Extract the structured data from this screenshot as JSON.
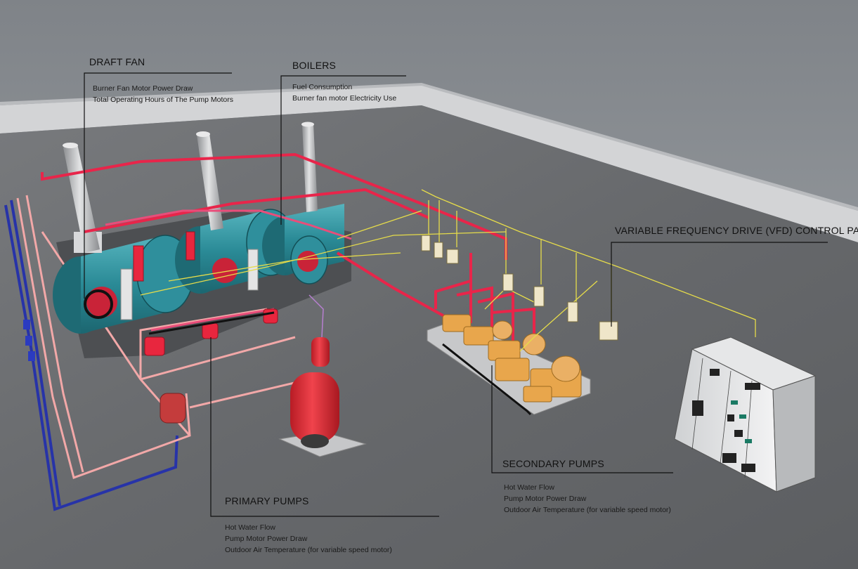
{
  "callouts": {
    "draft_fan": {
      "title": "DRAFT FAN",
      "items": [
        "Burner Fan Motor Power Draw",
        "Total Operating Hours of The Pump Motors"
      ]
    },
    "boilers": {
      "title": "BOILERS",
      "items": [
        "Fuel Consumption",
        "Burner fan motor Electricity Use"
      ]
    },
    "vfd": {
      "title": "VARIABLE FREQUENCY DRIVE (VFD) CONTROL PANELS"
    },
    "secondary_pumps": {
      "title": "SECONDARY PUMPS",
      "items": [
        "Hot Water Flow",
        "Pump Motor Power Draw",
        "Outdoor Air Temperature (for variable speed motor)"
      ]
    },
    "primary_pumps": {
      "title": "PRIMARY PUMPS",
      "items": [
        "Hot Water Flow",
        "Pump Motor Power Draw",
        "Outdoor Air Temperature (for variable speed motor)"
      ]
    }
  },
  "colors": {
    "sky": "#9ea3a8",
    "wall": "#cfd0d2",
    "floor": "#6b6d70",
    "boiler_body": "#2f8f9c",
    "hot_pipe": "#e8254a",
    "return_pipe": "#f2a8a8",
    "cold_pipe": "#2733a8",
    "control_wire": "#e6dc4a",
    "signal_wire": "#b77fd0",
    "pump_frame": "#e8a64c",
    "tank": "#e0303a",
    "leader_line": "#111111"
  }
}
